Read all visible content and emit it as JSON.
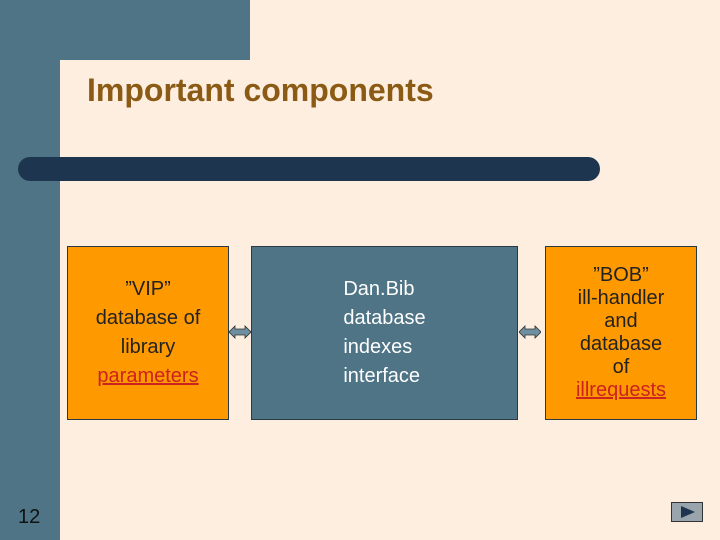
{
  "slide": {
    "title": "Important components",
    "page_number": "12"
  },
  "boxes": {
    "vip": {
      "lines": [
        "”VIP”",
        "database of",
        "library"
      ],
      "link": "parameters"
    },
    "danbib": {
      "lines": [
        "Dan.Bib",
        "database",
        "indexes",
        "interface"
      ]
    },
    "bob": {
      "lines": [
        "”BOB”",
        "ill-handler",
        "and",
        "database",
        "of"
      ],
      "link": "illrequests"
    }
  },
  "nav": {
    "icon": "play-next-icon"
  },
  "colors": {
    "accent": "#ff9900",
    "sidebar": "#4e7485",
    "divider": "#1e3550",
    "title": "#8b5a14",
    "link": "#cc2222"
  }
}
